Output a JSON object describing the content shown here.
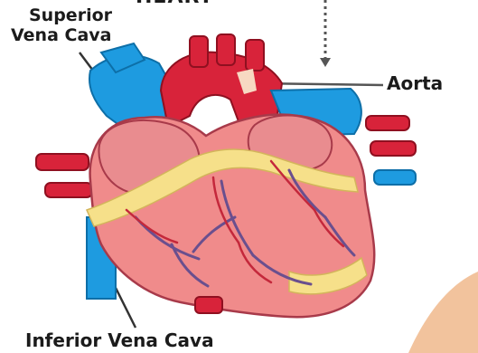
{
  "diagram": {
    "title_fragment": "HEART",
    "labels": {
      "superior_vena_cava_line1": "Superior",
      "superior_vena_cava_line2": "Vena Cava",
      "aorta": "Aorta",
      "inferior_vena_cava": "Inferior Vena Cava"
    },
    "colors": {
      "vena_cava_blue": "#1e9be0",
      "aorta_red": "#d8233a",
      "heart_pink": "#f08b8b",
      "fat_yellow": "#f6e08a",
      "vein_purple": "#6a4f8e",
      "artery_red": "#c4283b",
      "skin": "#f2c39d"
    }
  }
}
